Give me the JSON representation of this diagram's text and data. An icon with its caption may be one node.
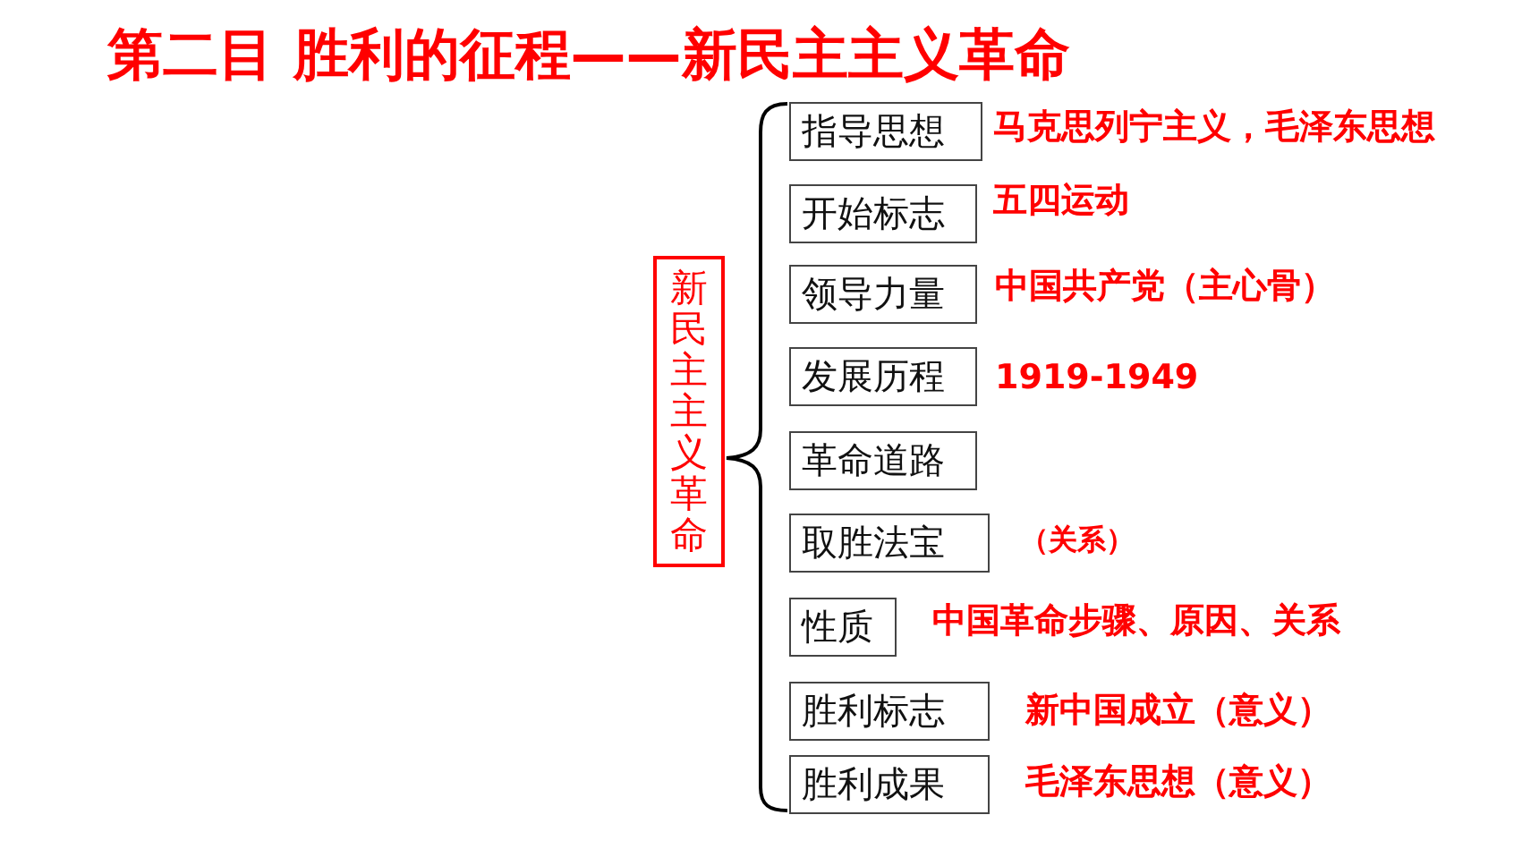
{
  "diagram": {
    "title": "第二目 胜利的征程——新民主主义革命",
    "nodes": [
      {
        "text": [
          "新民主主义革命"
        ]
      },
      {
        "text": [
          "指导思想"
        ],
        "beside": [
          "马克思列宁主义，毛泽东思想"
        ]
      },
      {
        "text": [
          "开始标志"
        ],
        "beside": [
          "五四运动"
        ]
      },
      {
        "text": [
          "领导力量"
        ],
        "beside": [
          "中国共产党（主心骨）"
        ]
      },
      {
        "text": [
          "发展历程"
        ],
        "beside": [
          "1919-1949"
        ]
      },
      {
        "text": [
          "革命道路"
        ]
      },
      {
        "text": [
          "取胜法宝"
        ],
        "beside": [
          "（关系）"
        ]
      },
      {
        "text": [
          "性质"
        ],
        "beside": [
          "中国革命步骤、原因、关系"
        ]
      },
      {
        "text": [
          "胜利标志"
        ],
        "beside": [
          "新中国成立（意义）"
        ]
      },
      {
        "text": [
          "胜利成果"
        ],
        "beside": [
          "毛泽东思想（意义）"
        ]
      }
    ]
  }
}
